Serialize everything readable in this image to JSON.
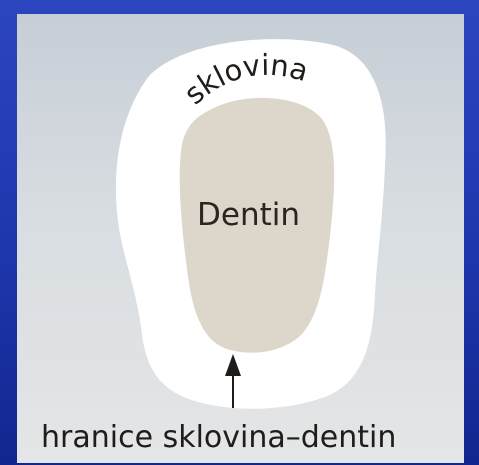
{
  "diagram": {
    "labels": {
      "enamel": "sklovina",
      "dentin": "Dentin",
      "boundary": "hranice sklovina–dentin"
    },
    "colors": {
      "background_frame": "#1e36ac",
      "panel": "#d8dde1",
      "enamel": "#ffffff",
      "dentin": "#dcd6cb",
      "text": "#1f1c1a"
    }
  }
}
